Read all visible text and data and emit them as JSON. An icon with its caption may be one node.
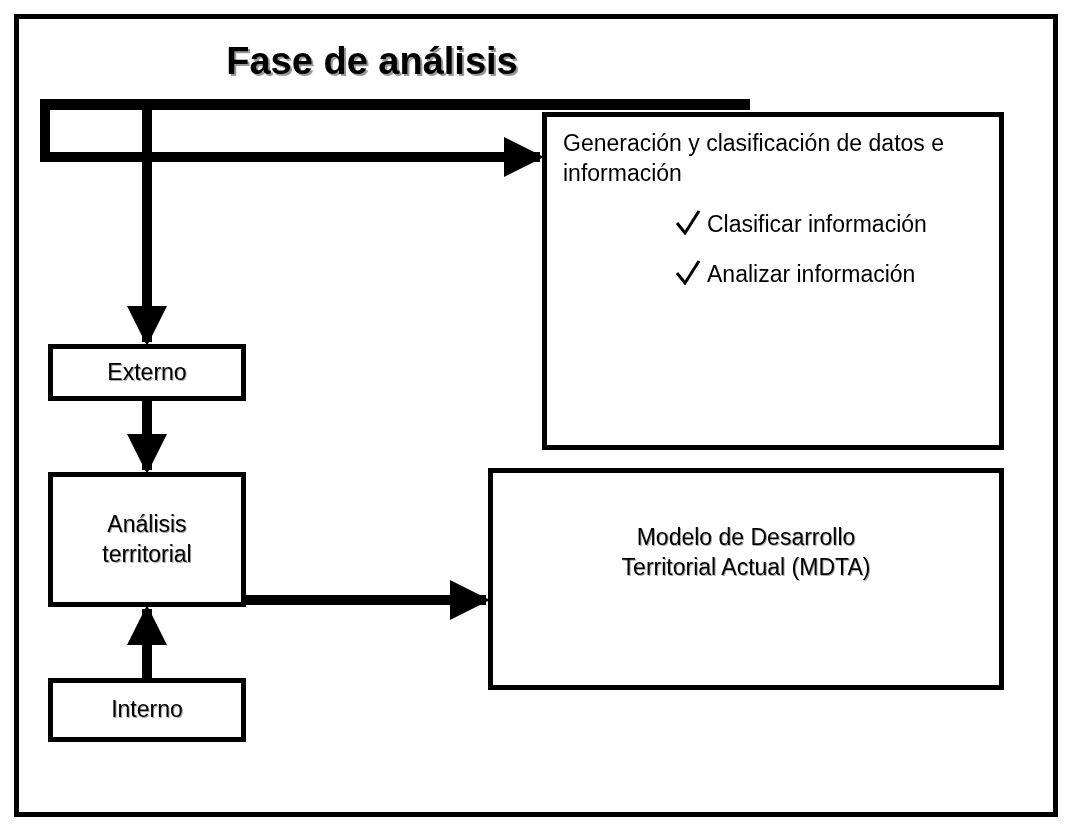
{
  "diagram": {
    "title": "Fase de análisis",
    "nodes": [
      {
        "text": [],
        "shape": "bar"
      },
      {
        "text": [
          "Generación y clasificación de datos e información",
          "Clasificar información",
          "Analizar información"
        ]
      },
      {
        "text": [
          "Externo"
        ]
      },
      {
        "text": [
          "Análisis territorial"
        ]
      },
      {
        "text": [
          "Modelo de Desarrollo Territorial Actual (MDTA)"
        ]
      },
      {
        "text": [
          "Interno"
        ]
      }
    ],
    "edges": [
      {
        "from": 0,
        "to": 1,
        "arrow": "to"
      },
      {
        "from": 0,
        "to": 2,
        "arrow": "to"
      },
      {
        "from": 2,
        "to": 3,
        "arrow": "to"
      },
      {
        "from": 5,
        "to": 3,
        "arrow": "to"
      },
      {
        "from": 3,
        "to": 4,
        "arrow": "to"
      }
    ]
  }
}
